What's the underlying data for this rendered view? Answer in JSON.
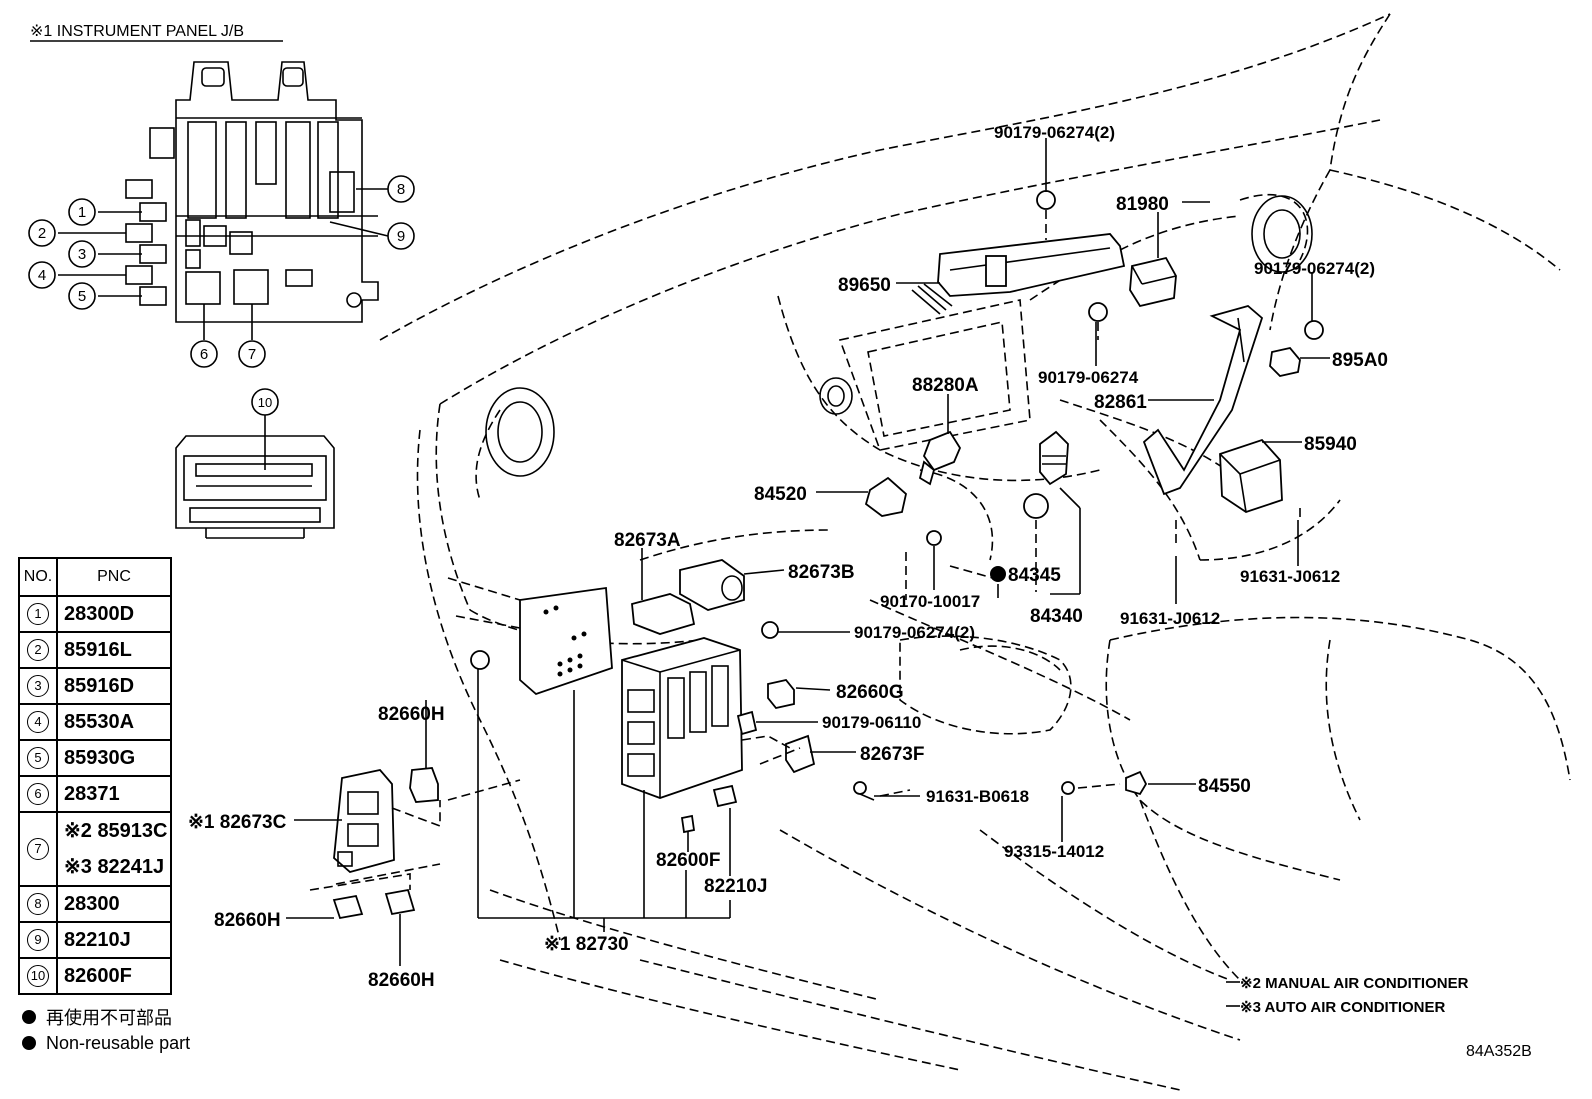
{
  "jb_title": "※1 INSTRUMENT PANEL J/B",
  "callout_numbers": [
    "1",
    "2",
    "3",
    "4",
    "5",
    "6",
    "7",
    "8",
    "9",
    "10"
  ],
  "table": {
    "headers": [
      "NO.",
      "PNC"
    ],
    "rows": [
      {
        "no": "1",
        "pnc": [
          "28300D"
        ]
      },
      {
        "no": "2",
        "pnc": [
          "85916L"
        ]
      },
      {
        "no": "3",
        "pnc": [
          "85916D"
        ]
      },
      {
        "no": "4",
        "pnc": [
          "85530A"
        ]
      },
      {
        "no": "5",
        "pnc": [
          "85930G"
        ]
      },
      {
        "no": "6",
        "pnc": [
          "28371"
        ]
      },
      {
        "no": "7",
        "pnc": [
          "※2 85913C",
          "※3 82241J"
        ]
      },
      {
        "no": "8",
        "pnc": [
          "28300"
        ]
      },
      {
        "no": "9",
        "pnc": [
          "82210J"
        ]
      },
      {
        "no": "10",
        "pnc": [
          "82600F"
        ]
      }
    ]
  },
  "parts": {
    "p_90179_06274_2a": "90179-06274(2)",
    "p_81980": "81980",
    "p_89650": "89650",
    "p_90179_06274_2b": "90179-06274(2)",
    "p_895A0": "895A0",
    "p_90179_06274": "90179-06274",
    "p_88280A": "88280A",
    "p_82861": "82861",
    "p_85940": "85940",
    "p_84520": "84520",
    "p_82673A": "82673A",
    "p_82673B": "82673B",
    "p_84345": "84345",
    "p_90170_10017": "90170-10017",
    "p_84340": "84340",
    "p_91631_J0612a": "91631-J0612",
    "p_91631_J0612b": "91631-J0612",
    "p_90179_06274_2c": "90179-06274(2)",
    "p_82660H_a": "82660H",
    "p_82660G": "82660G",
    "p_90179_06110": "90179-06110",
    "p_82673F": "82673F",
    "p_84550": "84550",
    "p_91631_B0618": "91631-B0618",
    "p_82673C": "※1 82673C",
    "p_82600F": "82600F",
    "p_93315_14012": "93315-14012",
    "p_82210J": "82210J",
    "p_82660H_b": "82660H",
    "p_82730": "※1 82730",
    "p_82660H_c": "82660H"
  },
  "notes": {
    "manual_ac": "※2 MANUAL AIR CONDITIONER",
    "auto_ac": "※3 AUTO AIR CONDITIONER"
  },
  "legend": {
    "jp": "再使用不可部品",
    "en": "Non-reusable part"
  },
  "figure_code": "84A352B"
}
